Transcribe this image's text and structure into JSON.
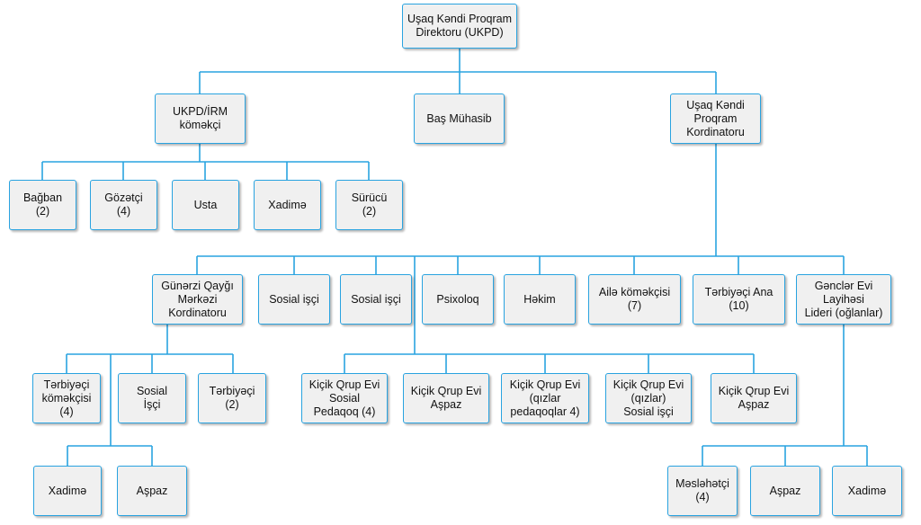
{
  "colors": {
    "line": "#29a3e0",
    "box_fill": "#f0f0f0",
    "text": "#111111"
  },
  "nodes": {
    "director": "Uşaq Kəndi Proqram\nDirektoru (UKPD)",
    "ukpd_irm_assistant": "UKPD/İRM\nköməkçi",
    "chief_accountant": "Baş Mühasib",
    "village_coordinator": "Uşaq Kəndi\nProqram\nKordinatoru",
    "gardener": "Bağban\n(2)",
    "guard": "Gözətçi\n(4)",
    "usta": "Usta",
    "cleaner_1": "Xadimə",
    "driver": "Sürücü\n(2)",
    "day_care_coordinator": "Günərzi Qayğı\nMərkəzi\nKordinatoru",
    "social_worker_1": "Sosial işçi",
    "social_worker_2": "Sosial işçi",
    "psychologist": "Psixoloq",
    "doctor": "Həkim",
    "family_assistant": "Ailə köməkçisi\n(7)",
    "caregiver_mother": "Tərbiyəçi Ana\n(10)",
    "youth_house_leader": "Gənclər Evi\nLayihəsi\nLideri (oğlanlar)",
    "caregiver_assistant": "Tərbiyəçi\nköməkçisi\n(4)",
    "social_worker_3": "Sosial\nİşçi",
    "caregiver": "Tərbiyəçi\n(2)",
    "cleaner_2": "Xadimə",
    "cook_1": "Aşpaz",
    "sgh_social_pedagogue": "Kiçik Qrup Evi\nSosial\nPedaqoq (4)",
    "sgh_cook_1": "Kiçik Qrup Evi\nAşpaz",
    "sgh_girls_pedagogues": "Kiçik Qrup Evi\n(qızlar\npedaqoqlar 4)",
    "sgh_girls_social_worker": "Kiçik Qrup Evi\n(qızlar)\nSosial işçi",
    "sgh_cook_2": "Kiçik Qrup Evi\nAşpaz",
    "adviser": "Məsləhətçi\n(4)",
    "cook_2": "Aşpaz",
    "cleaner_3": "Xadimə"
  }
}
